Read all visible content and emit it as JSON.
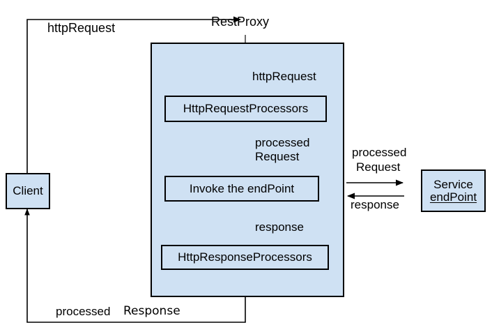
{
  "diagram": {
    "title": "RestProxy request/response flow",
    "colors": {
      "node_fill": "#cfe1f3",
      "stroke": "#000000",
      "background": "#ffffff"
    },
    "nodes": {
      "client": {
        "label": "Client"
      },
      "rest_proxy_container": {
        "label": ""
      },
      "http_request_processors": {
        "label": "HttpRequestProcessors"
      },
      "invoke_endpoint": {
        "label": "Invoke the endPoint"
      },
      "http_response_processors": {
        "label": "HttpResponseProcessors"
      },
      "service_endpoint": {
        "label_line1": "Service",
        "label_line2": "endPoint"
      }
    },
    "labels": {
      "http_request_top": "httpRequest",
      "rest_proxy": "RestProxy",
      "http_request_inner": "httpRequest",
      "processed_request_line1": "processed",
      "processed_request_line2": "Request",
      "response_inner": "response",
      "processed_request_right_line1": "processed",
      "processed_request_right_line2": "Request",
      "response_right": "response",
      "processed_response_part1": "processed",
      "processed_response_part2": "Response"
    }
  }
}
